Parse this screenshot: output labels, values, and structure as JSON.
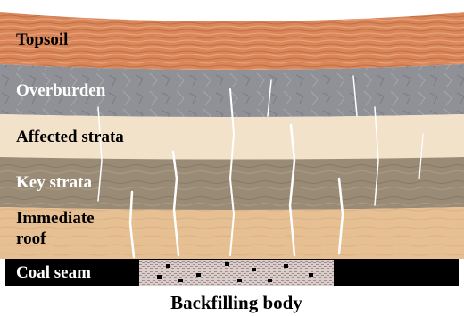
{
  "layers": [
    {
      "id": "topsoil",
      "label": "Topsoil",
      "color": "#d9875a",
      "label_color": "#000000"
    },
    {
      "id": "overburden",
      "label": "Overburden",
      "color": "#8f9196",
      "label_color": "#ffffff"
    },
    {
      "id": "affected",
      "label": "Affected strata",
      "color": "#f1e2c9",
      "label_color": "#000000"
    },
    {
      "id": "key",
      "label": "Key strata",
      "color": "#9a8b76",
      "label_color": "#ffffff"
    },
    {
      "id": "immediate",
      "label_line1": "Immediate",
      "label_line2": "roof",
      "color": "#e6bf92",
      "label_color": "#000000"
    },
    {
      "id": "coal",
      "label": "Coal seam",
      "color": "#000000",
      "label_color": "#ffffff"
    }
  ],
  "caption": "Backfilling body",
  "colors": {
    "background": "#ffffff",
    "fracture": "#ffffff",
    "backfill_base": "#d8cfcc",
    "backfill_block": "#000000"
  }
}
